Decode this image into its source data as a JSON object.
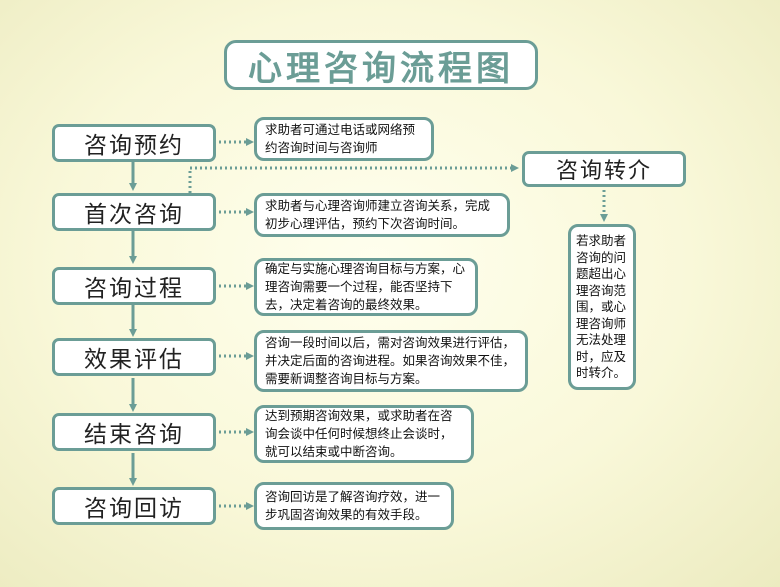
{
  "title": "心理咨询流程图",
  "steps": [
    {
      "label": "咨询预约",
      "desc": "求助者可通过电话或网络预约咨询时间与咨询师"
    },
    {
      "label": "首次咨询",
      "desc": "求助者与心理咨询师建立咨询关系，完成初步心理评估，预约下次咨询时间。"
    },
    {
      "label": "咨询过程",
      "desc": "确定与实施心理咨询目标与方案，心理咨询需要一个过程，能否坚持下去，决定着咨询的最终效果。"
    },
    {
      "label": "效果评估",
      "desc": "咨询一段时间以后，需对咨询效果进行评估，并决定后面的咨询进程。如果咨询效果不佳，需要新调整咨询目标与方案。"
    },
    {
      "label": "结束咨询",
      "desc": "达到预期咨询效果，或求助者在咨询会谈中任何时候想终止会谈时，就可以结束或中断咨询。"
    },
    {
      "label": "咨询回访",
      "desc": "咨询回访是了解咨询疗效，进一步巩固咨询效果的有效手段。"
    }
  ],
  "referral": {
    "label": "咨询转介",
    "desc": "若求助者咨询的问题超出心理咨询范围，或心理咨询师无法处理时，应及时转介。"
  },
  "colors": {
    "border": "#6b9d96",
    "background": "#f9f8d9"
  }
}
